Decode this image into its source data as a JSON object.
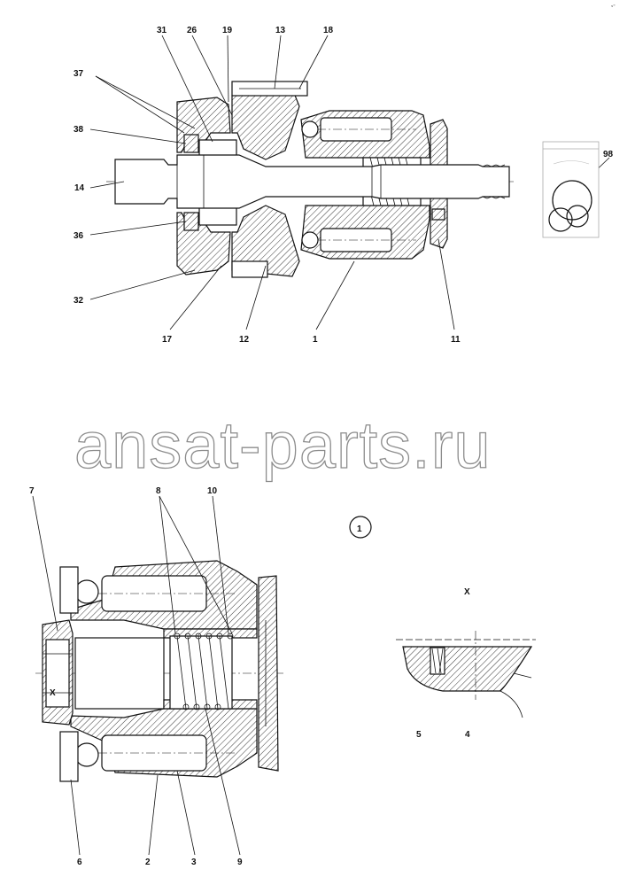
{
  "corner_mark": "ч\"\"",
  "watermark": "ansat-parts.ru",
  "top_view": {
    "callouts": [
      {
        "id": "c31",
        "text": "31"
      },
      {
        "id": "c26",
        "text": "26"
      },
      {
        "id": "c19",
        "text": "19"
      },
      {
        "id": "c13",
        "text": "13"
      },
      {
        "id": "c18",
        "text": "18"
      },
      {
        "id": "c37",
        "text": "37"
      },
      {
        "id": "c38",
        "text": "38"
      },
      {
        "id": "c14",
        "text": "14"
      },
      {
        "id": "c36",
        "text": "36"
      },
      {
        "id": "c32",
        "text": "32"
      },
      {
        "id": "c17",
        "text": "17"
      },
      {
        "id": "c12",
        "text": "12"
      },
      {
        "id": "c1",
        "text": "1"
      },
      {
        "id": "c11",
        "text": "11"
      },
      {
        "id": "c98",
        "text": "98"
      }
    ]
  },
  "bottom_view": {
    "callouts": [
      {
        "id": "c7",
        "text": "7"
      },
      {
        "id": "c8",
        "text": "8"
      },
      {
        "id": "c10",
        "text": "10"
      },
      {
        "id": "c6",
        "text": "6"
      },
      {
        "id": "c2",
        "text": "2"
      },
      {
        "id": "c3",
        "text": "3"
      },
      {
        "id": "c9",
        "text": "9"
      },
      {
        "id": "cX",
        "text": "X"
      }
    ]
  },
  "detail": {
    "circle_label": "1",
    "view_label": "X",
    "callouts": [
      {
        "id": "c5",
        "text": "5"
      },
      {
        "id": "c4",
        "text": "4"
      }
    ]
  }
}
